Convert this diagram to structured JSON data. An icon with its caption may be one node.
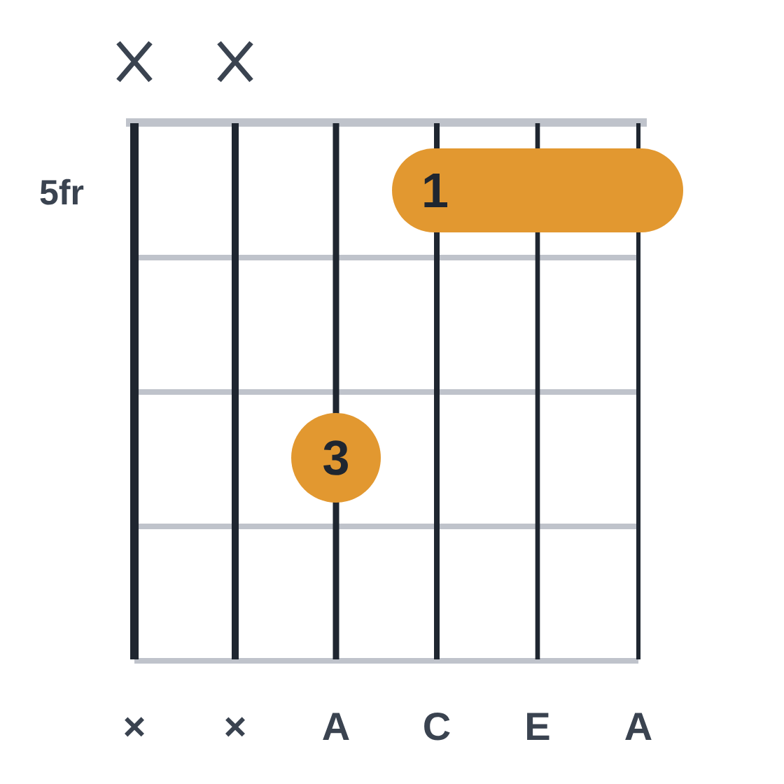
{
  "diagram": {
    "nodes": [
      {
        "text": [
          "1"
        ]
      },
      {
        "text": [
          "3"
        ]
      }
    ],
    "labels": [
      "5fr",
      "×",
      "×",
      "A",
      "C",
      "E",
      "A"
    ]
  }
}
